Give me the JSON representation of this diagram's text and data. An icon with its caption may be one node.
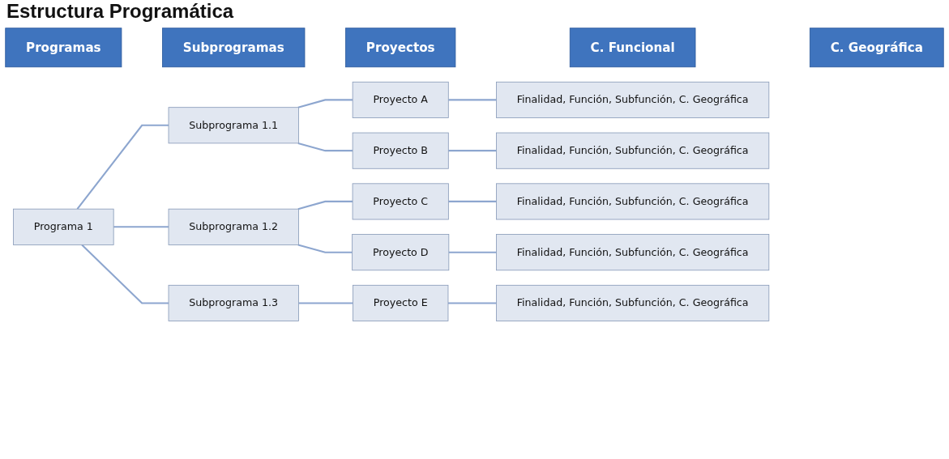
{
  "diagram": {
    "title": "Estructura Programática",
    "nodes": [
      {
        "text": [
          "Programas"
        ]
      },
      {
        "text": [
          "Subprogramas"
        ]
      },
      {
        "text": [
          "Proyectos"
        ]
      },
      {
        "text": [
          "C. Funcional"
        ]
      },
      {
        "text": [
          "C. Geográfica"
        ]
      },
      {
        "text": [
          "Programa 1"
        ]
      },
      {
        "text": [
          "Subprograma 1.1"
        ]
      },
      {
        "text": [
          "Subprograma 1.2"
        ]
      },
      {
        "text": [
          "Subprograma 1.3"
        ]
      },
      {
        "text": [
          "Proyecto A"
        ]
      },
      {
        "text": [
          "Proyecto B"
        ]
      },
      {
        "text": [
          "Proyecto C"
        ]
      },
      {
        "text": [
          "Proyecto D"
        ]
      },
      {
        "text": [
          "Proyecto E"
        ]
      },
      {
        "text": [
          "Finalidad, Función, Subfunción, C. Geográfica"
        ]
      },
      {
        "text": [
          "Finalidad, Función, Subfunción, C. Geográfica"
        ]
      },
      {
        "text": [
          "Finalidad, Función, Subfunción, C. Geográfica"
        ]
      },
      {
        "text": [
          "Finalidad, Función, Subfunción, C. Geográfica"
        ]
      },
      {
        "text": [
          "Finalidad, Función, Subfunción, C. Geográfica"
        ]
      }
    ],
    "edges": [
      {
        "from": 5,
        "to": 6,
        "arrow": "none"
      },
      {
        "from": 5,
        "to": 7,
        "arrow": "none"
      },
      {
        "from": 5,
        "to": 8,
        "arrow": "none"
      },
      {
        "from": 6,
        "to": 9,
        "arrow": "none"
      },
      {
        "from": 6,
        "to": 10,
        "arrow": "none"
      },
      {
        "from": 7,
        "to": 11,
        "arrow": "none"
      },
      {
        "from": 7,
        "to": 12,
        "arrow": "none"
      },
      {
        "from": 8,
        "to": 13,
        "arrow": "none"
      },
      {
        "from": 9,
        "to": 14,
        "arrow": "none"
      },
      {
        "from": 10,
        "to": 15,
        "arrow": "none"
      },
      {
        "from": 11,
        "to": 16,
        "arrow": "none"
      },
      {
        "from": 12,
        "to": 17,
        "arrow": "none"
      },
      {
        "from": 13,
        "to": 18,
        "arrow": "none"
      }
    ]
  }
}
